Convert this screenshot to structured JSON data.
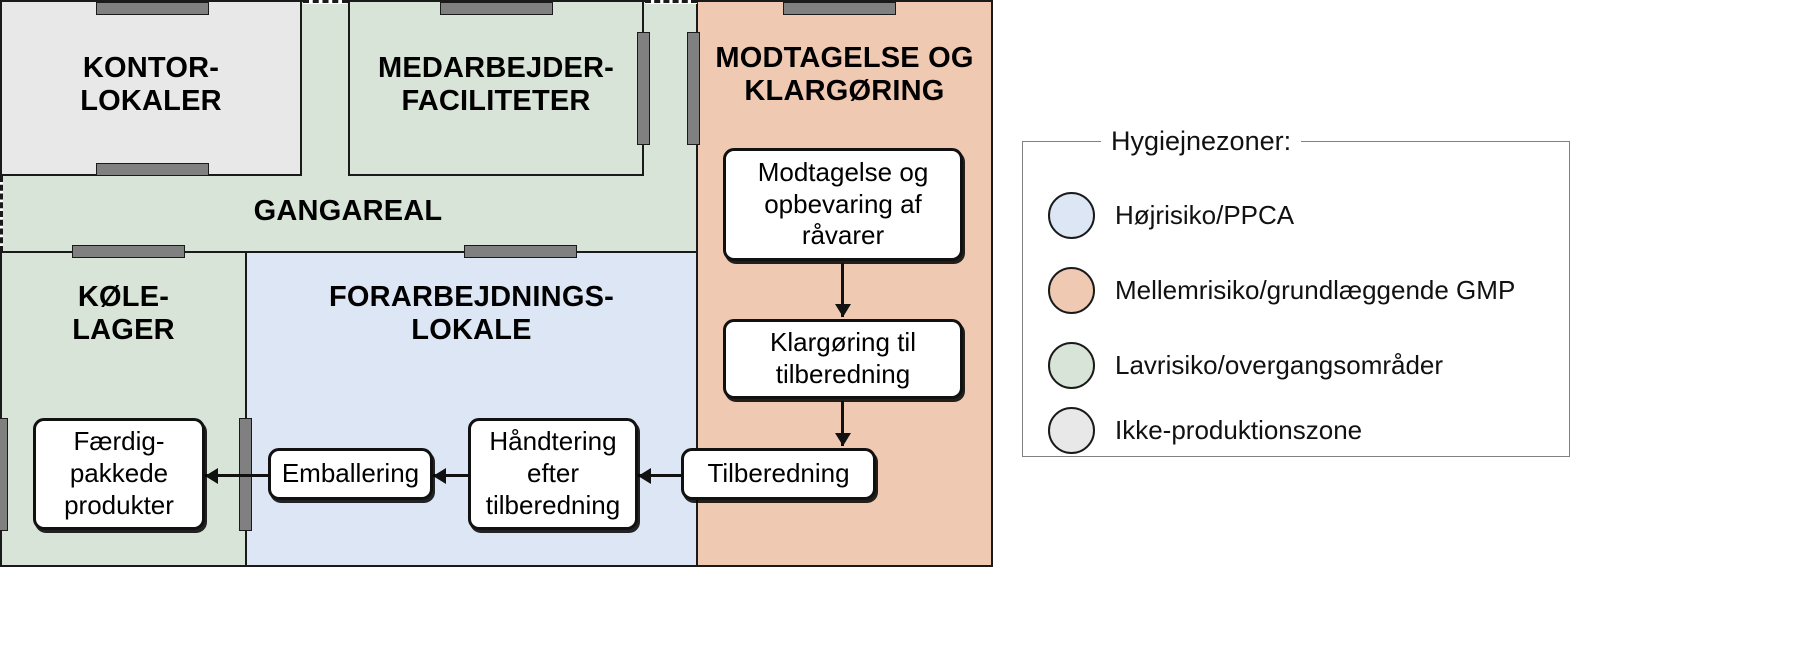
{
  "diagram": {
    "title": "Hygiejnezoner floor plan",
    "rooms": [
      {
        "id": "kontor",
        "label": "KONTOR-\nLOKALER",
        "zone": "non-production"
      },
      {
        "id": "medarbejder",
        "label": "MEDARBEJDER-\nFACILITETER",
        "zone": "low-risk"
      },
      {
        "id": "modtagelse",
        "label": "MODTAGELSE OG\nKLARGØRING",
        "zone": "medium-risk"
      },
      {
        "id": "gangareal",
        "label": "GANGAREAL",
        "zone": "low-risk"
      },
      {
        "id": "kolelager",
        "label": "KØLE-\nLAGER",
        "zone": "low-risk"
      },
      {
        "id": "forarbejdning",
        "label": "FORARBEJDNINGS-\nLOKALE",
        "zone": "high-risk"
      }
    ],
    "process_steps": [
      {
        "id": "modtagelse-opbevaring",
        "label": "Modtagelse og\nopbevaring af\nråvarer"
      },
      {
        "id": "klargoring",
        "label": "Klargøring til\ntilberedning"
      },
      {
        "id": "tilberedning",
        "label": "Tilberedning"
      },
      {
        "id": "handtering-efter",
        "label": "Håndtering\nefter\ntilberedning"
      },
      {
        "id": "emballering",
        "label": "Emballering"
      },
      {
        "id": "faerdigpakkede",
        "label": "Færdig-\npakkede\nprodukter"
      }
    ]
  },
  "legend": {
    "title": "Hygiejnezoner:",
    "items": [
      {
        "label": "Højrisiko/PPCA",
        "color": "#dce6f4"
      },
      {
        "label": "Mellemrisiko/grundlæggende GMP",
        "color": "#f0c9b3"
      },
      {
        "label": "Lavrisiko/overgangsområder",
        "color": "#d9e4d8"
      },
      {
        "label": "Ikke-produktionszone",
        "color": "#e8e8e8"
      }
    ]
  }
}
